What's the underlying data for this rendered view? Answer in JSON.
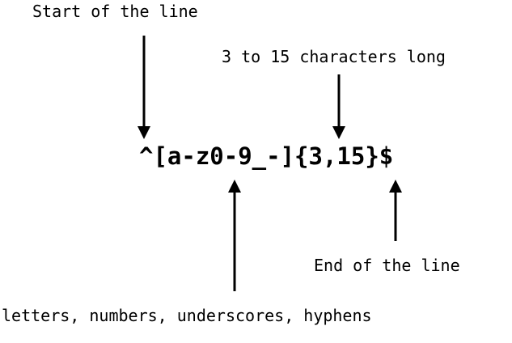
{
  "diagram": {
    "regex": "^[a-z0-9_-]{3,15}$",
    "annotations": {
      "start": "Start of the line",
      "length": "3 to 15 characters long",
      "charset": "letters, numbers, underscores, hyphens",
      "end": "End of the line"
    },
    "colors": {
      "ink": "#000000",
      "background": "#ffffff"
    }
  }
}
